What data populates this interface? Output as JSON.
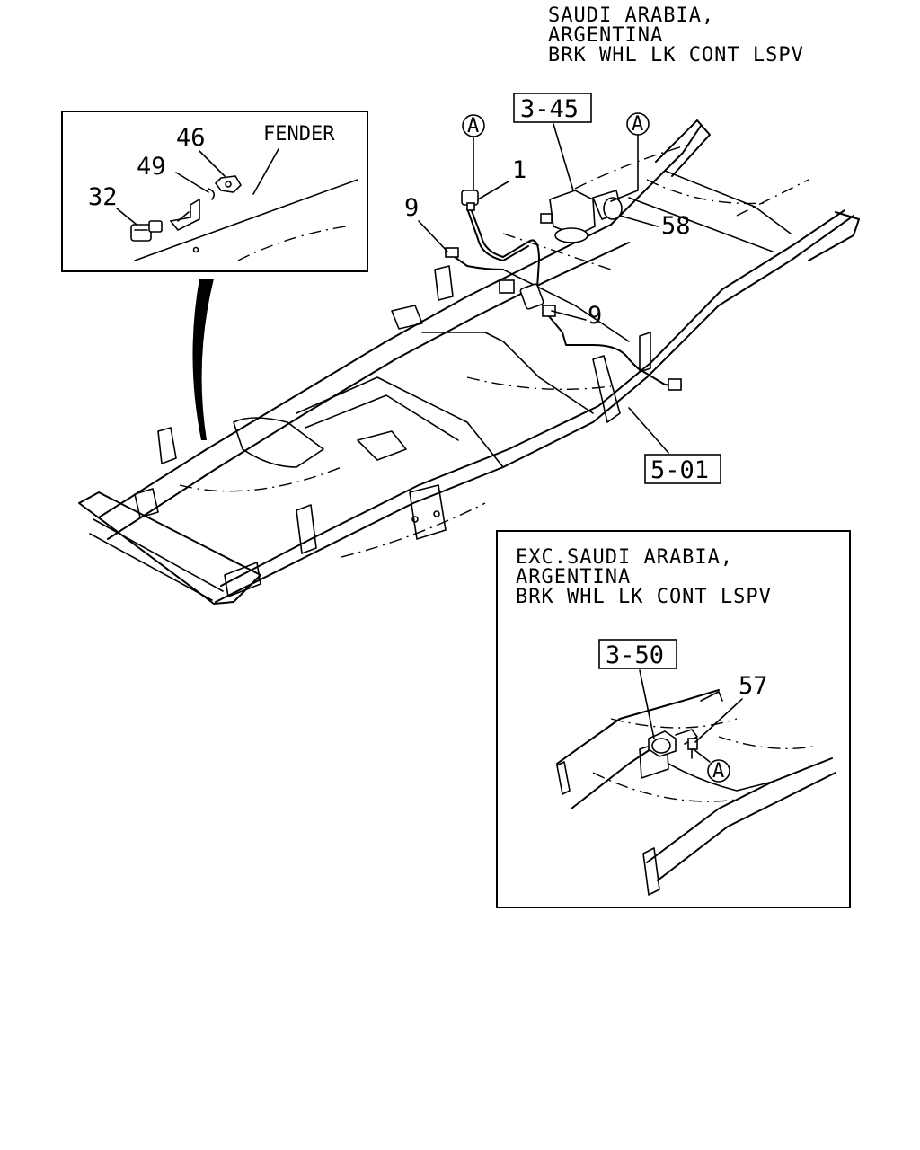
{
  "header": {
    "lines": [
      "SAUDI ARABIA,",
      "ARGENTINA",
      "BRK WHL LK CONT LSPV"
    ]
  },
  "fender_inset": {
    "fender_label": "FENDER",
    "callouts": {
      "bolt": "32",
      "bracket": "49",
      "nut": "46"
    }
  },
  "main": {
    "ref_boxes": {
      "lspv": "3-45",
      "frame": "5-01"
    },
    "circle_markers": [
      "A",
      "A"
    ],
    "callouts": {
      "pipe": "1",
      "clip_left": "9",
      "clip_right": "9",
      "bracket": "58"
    }
  },
  "exc_inset": {
    "lines": [
      "EXC.SAUDI ARABIA,",
      "ARGENTINA",
      "BRK WHL LK CONT LSPV"
    ],
    "ref_box": "3-50",
    "callout": "57",
    "circle_marker": "A"
  }
}
